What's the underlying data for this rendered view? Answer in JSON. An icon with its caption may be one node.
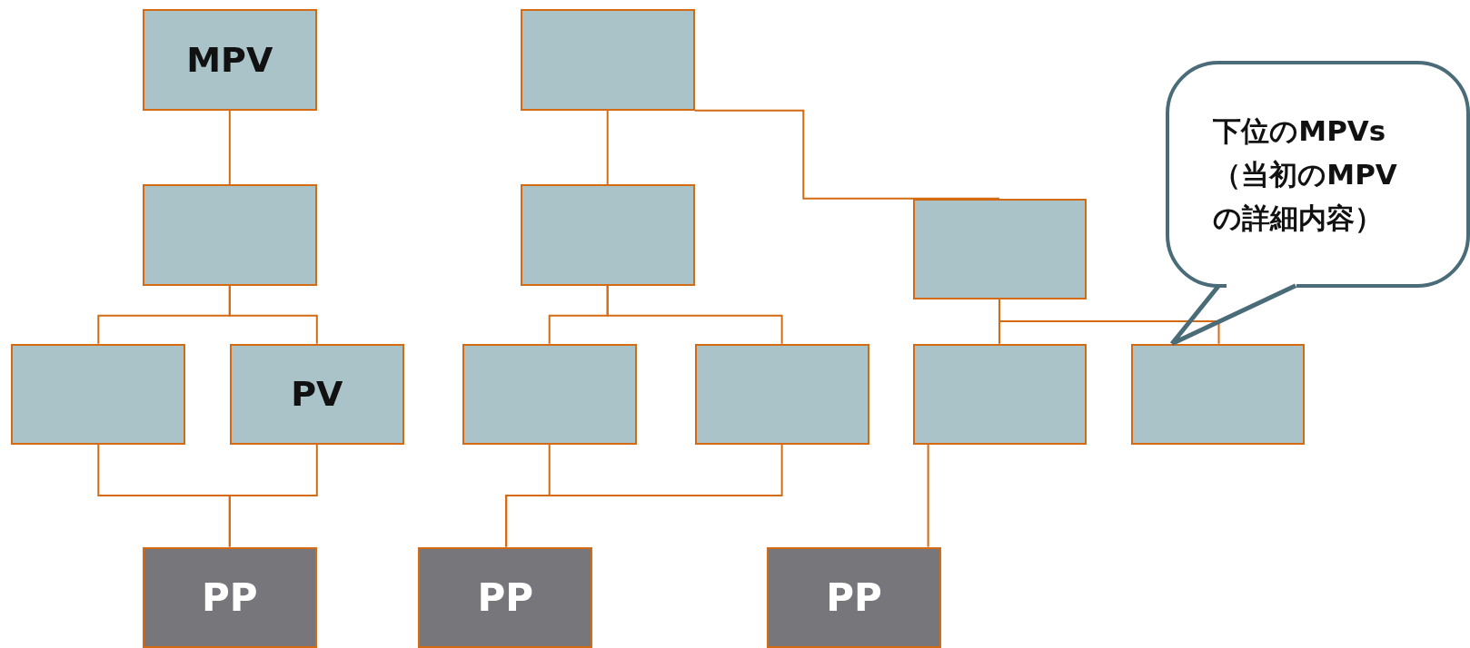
{
  "diagram": {
    "nodes": [
      {
        "text": [
          "MPV"
        ]
      },
      {
        "text": [],
        "shape": "box"
      },
      {
        "text": [],
        "shape": "box"
      },
      {
        "text": [],
        "shape": "box"
      },
      {
        "text": [],
        "shape": "box"
      },
      {
        "text": [],
        "shape": "box"
      },
      {
        "text": [
          "PV"
        ]
      },
      {
        "text": [],
        "shape": "box"
      },
      {
        "text": [],
        "shape": "box"
      },
      {
        "text": [],
        "shape": "box"
      },
      {
        "text": [],
        "shape": "box"
      },
      {
        "text": [
          "PP"
        ]
      },
      {
        "text": [
          "PP"
        ]
      },
      {
        "text": [
          "PP"
        ]
      },
      {
        "text": [
          "下位のMPVs（当初のMPVの詳細内容）"
        ]
      }
    ],
    "edges": [
      {
        "from": 0,
        "to": 2,
        "arrow": "none"
      },
      {
        "from": 2,
        "to": 5,
        "arrow": "none"
      },
      {
        "from": 2,
        "to": 6,
        "arrow": "none"
      },
      {
        "from": 5,
        "to": 11,
        "arrow": "none"
      },
      {
        "from": 6,
        "to": 11,
        "arrow": "none"
      },
      {
        "from": 1,
        "to": 3,
        "arrow": "none"
      },
      {
        "from": 1,
        "to": 4,
        "arrow": "none"
      },
      {
        "from": 3,
        "to": 7,
        "arrow": "none"
      },
      {
        "from": 3,
        "to": 8,
        "arrow": "none"
      },
      {
        "from": 7,
        "to": 12,
        "arrow": "none"
      },
      {
        "from": 8,
        "to": 12,
        "arrow": "none"
      },
      {
        "from": 4,
        "to": 9,
        "arrow": "none"
      },
      {
        "from": 4,
        "to": 10,
        "arrow": "none"
      },
      {
        "from": 9,
        "to": 13,
        "arrow": "none"
      },
      {
        "from": 14,
        "to": 10,
        "arrow": "none",
        "color": "#4a6b78",
        "style": "thick"
      }
    ]
  }
}
